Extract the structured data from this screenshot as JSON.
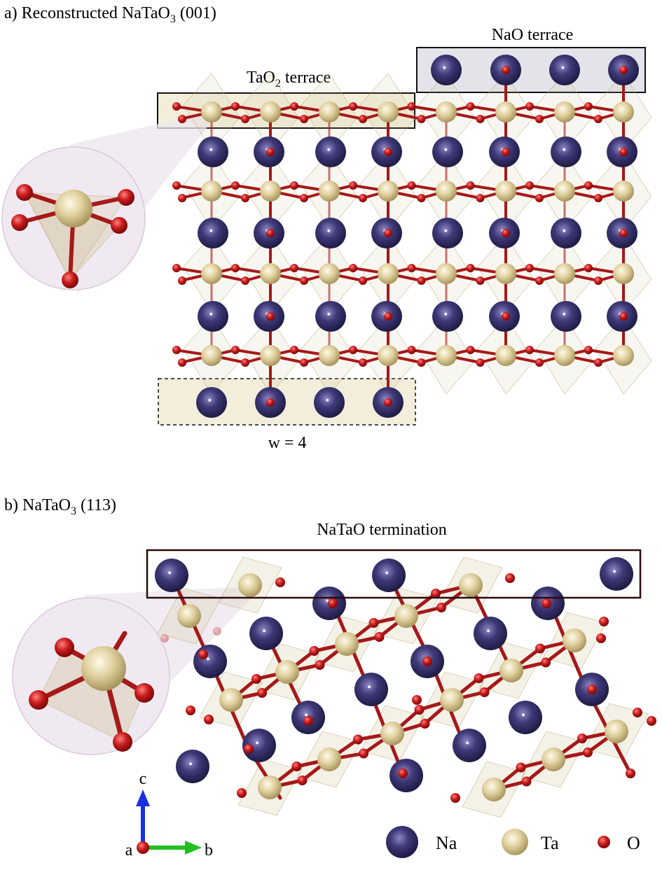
{
  "panel_a": {
    "label_prefix": "a) Reconstructed NaTaO",
    "label_sub": "3",
    "label_suffix": " (001)",
    "tao2_terrace_prefix": "TaO",
    "tao2_terrace_sub": "2",
    "tao2_terrace_suffix": " terrace",
    "nao_terrace": "NaO terrace",
    "width_label": "w = 4"
  },
  "panel_b": {
    "label_prefix": "b) NaTaO",
    "label_sub": "3",
    "label_suffix": " (113)",
    "termination": "NaTaO termination"
  },
  "axes": {
    "c": "c",
    "a": "a",
    "b": "b"
  },
  "legend": [
    {
      "symbol": "Na",
      "label": "Na",
      "color": "#3a3670"
    },
    {
      "symbol": "Ta",
      "label": "Ta",
      "color": "#e2d4a4"
    },
    {
      "symbol": "O",
      "label": "O",
      "color": "#c0181a"
    }
  ],
  "colors": {
    "na": "#3a3670",
    "ta": "#e2d4a4",
    "o": "#c0181a",
    "bond": "#a51919"
  }
}
